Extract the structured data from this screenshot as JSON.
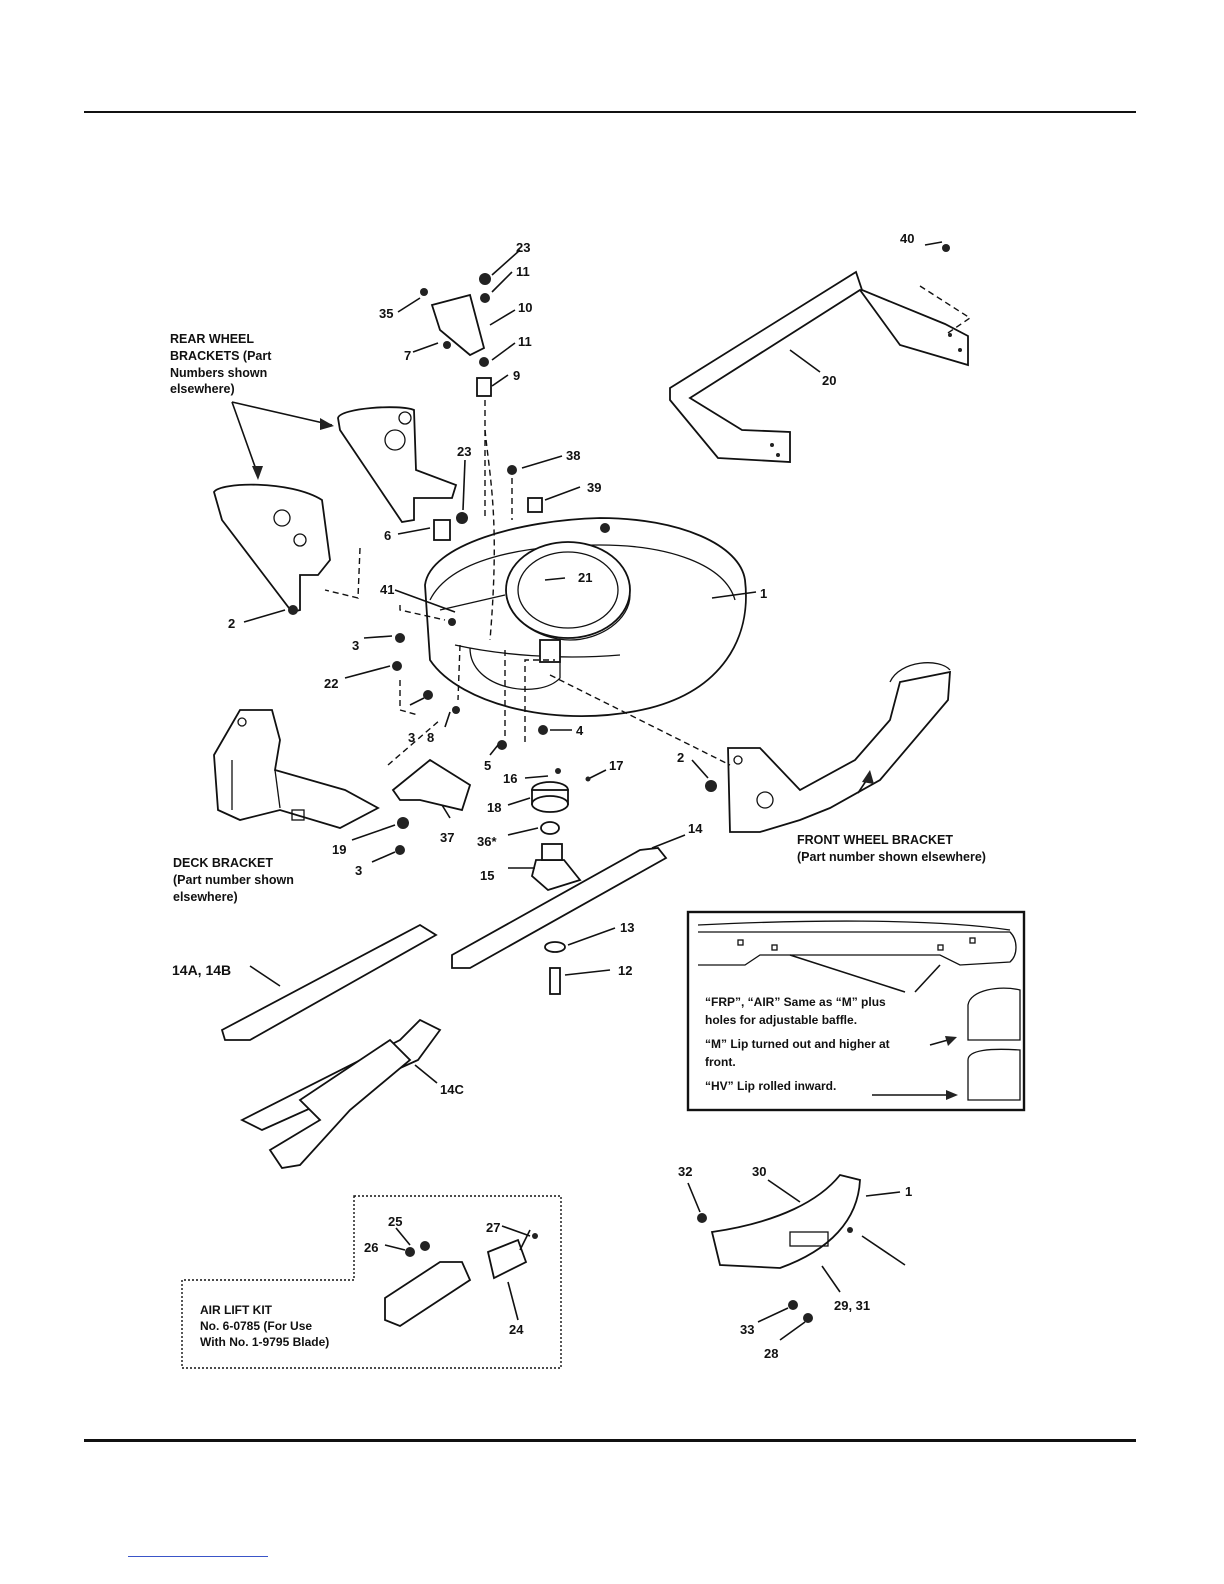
{
  "callouts": {
    "n1": "1",
    "n1b": "1",
    "n2a": "2",
    "n2b": "2",
    "n3a": "3",
    "n3b": "3",
    "n3c": "3",
    "n4": "4",
    "n5": "5",
    "n6": "6",
    "n7": "7",
    "n8": "8",
    "n9": "9",
    "n10": "10",
    "n11a": "11",
    "n11b": "11",
    "n12": "12",
    "n13": "13",
    "n14": "14",
    "n14ab": "14A, 14B",
    "n14c": "14C",
    "n15": "15",
    "n16": "16",
    "n17": "17",
    "n18": "18",
    "n19": "19",
    "n20": "20",
    "n21": "21",
    "n22": "22",
    "n23a": "23",
    "n23b": "23",
    "n24": "24",
    "n25": "25",
    "n26": "26",
    "n27": "27",
    "n28": "28",
    "n29_31": "29, 31",
    "n30": "30",
    "n32": "32",
    "n33": "33",
    "n35": "35",
    "n36": "36*",
    "n37": "37",
    "n38": "38",
    "n39": "39",
    "n40": "40",
    "n41": "41"
  },
  "labels": {
    "rear_wheel": [
      "REAR WHEEL",
      "BRACKETS (Part",
      "Numbers shown",
      "elsewhere)"
    ],
    "deck_bracket": [
      "DECK BRACKET",
      "(Part number shown",
      "elsewhere)"
    ],
    "front_wheel": [
      "FRONT WHEEL BRACKET",
      "(Part number shown elsewhere)"
    ],
    "air_lift": [
      "AIR LIFT KIT",
      "No. 6-0785 (For Use",
      "With No. 1-9795 Blade)"
    ]
  },
  "inset": {
    "frp_air": [
      "“FRP”, “AIR” Same as “M” plus",
      "holes for adjustable baffle."
    ],
    "m_lip": [
      "“M” Lip turned out and higher at",
      "front."
    ],
    "hv_lip": "“HV” Lip rolled inward."
  }
}
